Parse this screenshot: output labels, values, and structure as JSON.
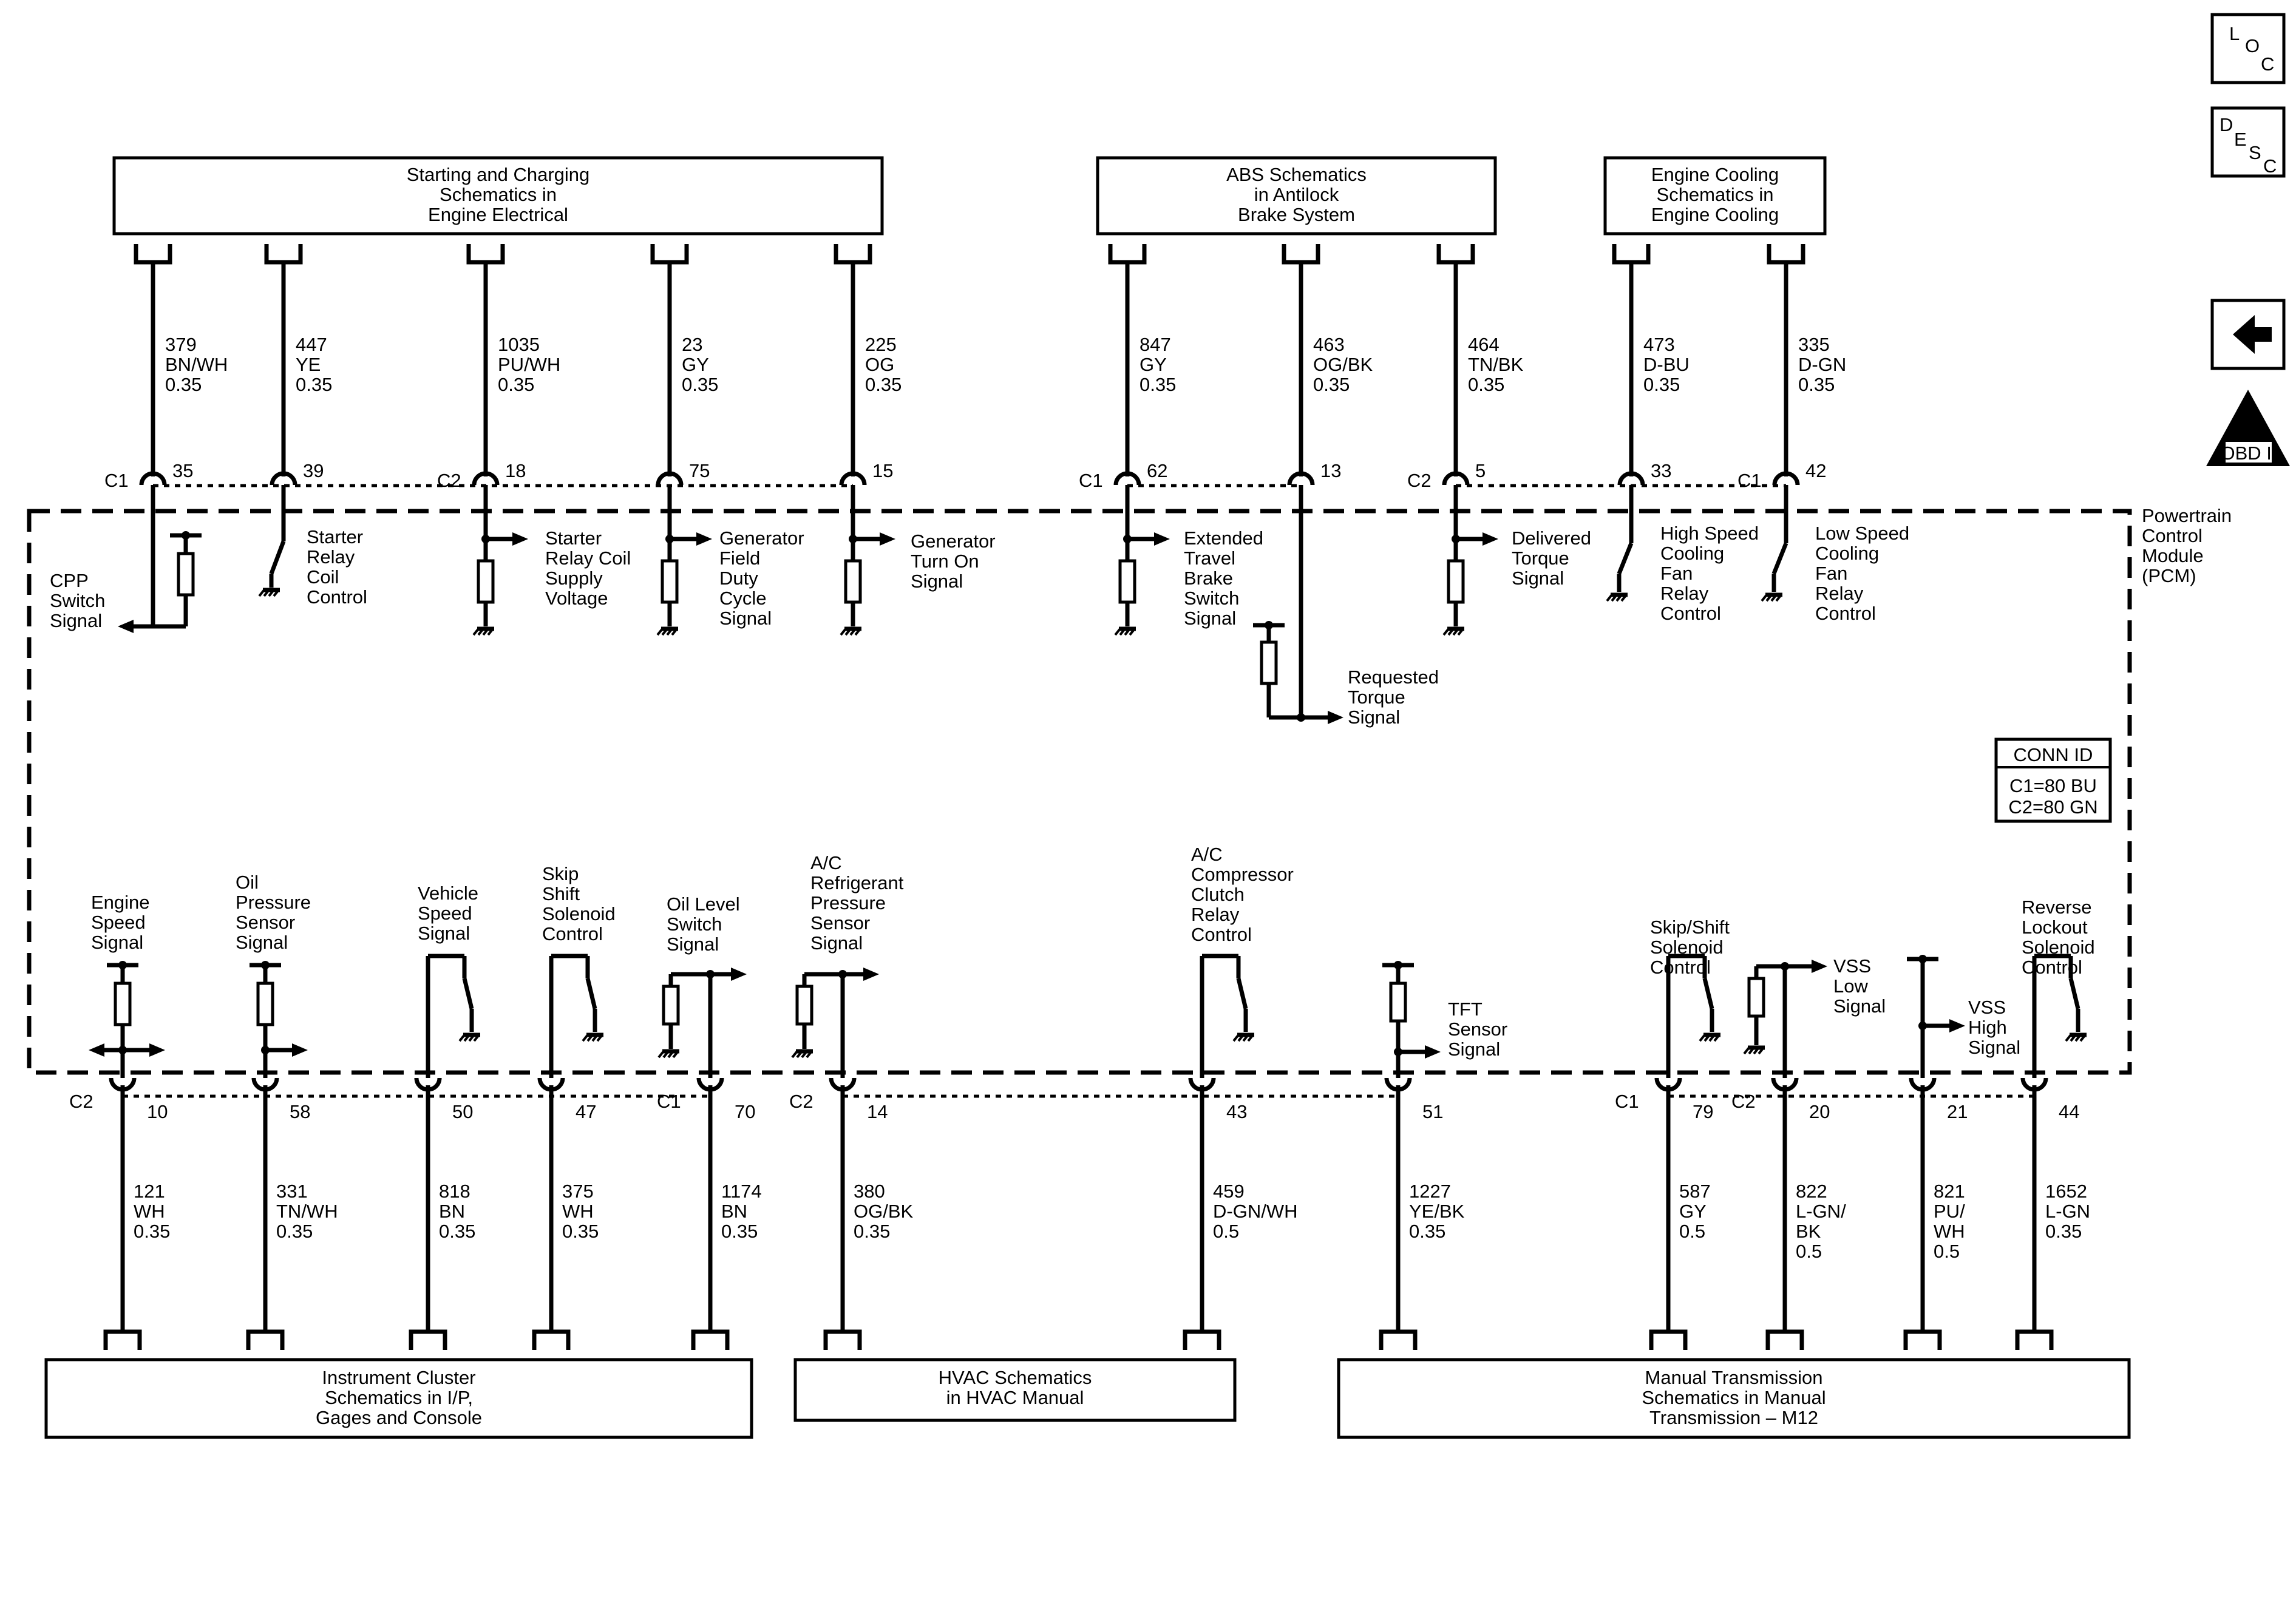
{
  "nav": {
    "loc": {
      "l": "L",
      "o": "O",
      "c": "C"
    },
    "desc": {
      "d": "D",
      "e": "E",
      "s": "S",
      "c": "C"
    },
    "obd": {
      "roman": "II",
      "label": "OBD II"
    }
  },
  "module": {
    "lines": [
      "Powertrain",
      "Control",
      "Module",
      "(PCM)"
    ]
  },
  "conn_id": {
    "title": "CONN ID",
    "c1": "C1=80 BU",
    "c2": "C2=80 GN"
  },
  "top_boxes": [
    {
      "lines": [
        "Starting and Charging",
        "Schematics in",
        "Engine Electrical"
      ]
    },
    {
      "lines": [
        "ABS Schematics",
        "in Antilock",
        "Brake System"
      ]
    },
    {
      "lines": [
        "Engine Cooling",
        "Schematics in",
        "Engine Cooling"
      ]
    }
  ],
  "bottom_boxes": [
    {
      "lines": [
        "Instrument Cluster",
        "Schematics in I/P,",
        "Gages and Console"
      ]
    },
    {
      "lines": [
        "HVAC Schematics",
        "in HVAC Manual"
      ]
    },
    {
      "lines": [
        "Manual Transmission",
        "Schematics in Manual",
        "Transmission – M12"
      ]
    }
  ],
  "top_wires": [
    {
      "conn": "C1",
      "pin": "35",
      "circuit": "379",
      "color": "BN/WH",
      "gauge": "0.35",
      "signal": [
        "CPP",
        "Switch",
        "Signal"
      ]
    },
    {
      "conn": "",
      "pin": "39",
      "circuit": "447",
      "color": "YE",
      "gauge": "0.35",
      "signal": [
        "Starter",
        "Relay",
        "Coil",
        "Control"
      ]
    },
    {
      "conn": "C2",
      "pin": "18",
      "circuit": "1035",
      "color": "PU/WH",
      "gauge": "0.35",
      "signal": [
        "Starter",
        "Relay Coil",
        "Supply",
        "Voltage"
      ]
    },
    {
      "conn": "",
      "pin": "75",
      "circuit": "23",
      "color": "GY",
      "gauge": "0.35",
      "signal": [
        "Generator",
        "Field",
        "Duty",
        "Cycle",
        "Signal"
      ]
    },
    {
      "conn": "",
      "pin": "15",
      "circuit": "225",
      "color": "OG",
      "gauge": "0.35",
      "signal": [
        "Generator",
        "Turn On",
        "Signal"
      ]
    },
    {
      "conn": "C1",
      "pin": "62",
      "circuit": "847",
      "color": "GY",
      "gauge": "0.35",
      "signal": [
        "Extended",
        "Travel",
        "Brake",
        "Switch",
        "Signal"
      ]
    },
    {
      "conn": "",
      "pin": "13",
      "circuit": "463",
      "color": "OG/BK",
      "gauge": "0.35",
      "signal": [
        "Requested",
        "Torque",
        "Signal"
      ]
    },
    {
      "conn": "C2",
      "pin": "5",
      "circuit": "464",
      "color": "TN/BK",
      "gauge": "0.35",
      "signal": [
        "Delivered",
        "Torque",
        "Signal"
      ]
    },
    {
      "conn": "",
      "pin": "33",
      "circuit": "473",
      "color": "D-BU",
      "gauge": "0.35",
      "signal": [
        "High Speed",
        "Cooling",
        "Fan",
        "Relay",
        "Control"
      ]
    },
    {
      "conn": "C1",
      "pin": "42",
      "circuit": "335",
      "color": "D-GN",
      "gauge": "0.35",
      "signal": [
        "Low Speed",
        "Cooling",
        "Fan",
        "Relay",
        "Control"
      ]
    }
  ],
  "bottom_wires": [
    {
      "conn": "C2",
      "pin": "10",
      "circuit": "121",
      "color": "WH",
      "gauge": "0.35",
      "signal": [
        "Engine",
        "Speed",
        "Signal"
      ]
    },
    {
      "conn": "",
      "pin": "58",
      "circuit": "331",
      "color": "TN/WH",
      "gauge": "0.35",
      "signal": [
        "Oil",
        "Pressure",
        "Sensor",
        "Signal"
      ]
    },
    {
      "conn": "",
      "pin": "50",
      "circuit": "818",
      "color": "BN",
      "gauge": "0.35",
      "signal": [
        "Vehicle",
        "Speed",
        "Signal"
      ]
    },
    {
      "conn": "",
      "pin": "47",
      "circuit": "375",
      "color": "WH",
      "gauge": "0.35",
      "signal": [
        "Skip",
        "Shift",
        "Solenoid",
        "Control"
      ]
    },
    {
      "conn": "C1",
      "pin": "70",
      "circuit": "1174",
      "color": "BN",
      "gauge": "0.35",
      "signal": [
        "Oil Level",
        "Switch",
        "Signal"
      ]
    },
    {
      "conn": "C2",
      "pin": "14",
      "circuit": "380",
      "color": "OG/BK",
      "gauge": "0.35",
      "signal": [
        "A/C",
        "Refrigerant",
        "Pressure",
        "Sensor",
        "Signal"
      ]
    },
    {
      "conn": "",
      "pin": "43",
      "circuit": "459",
      "color": "D-GN/WH",
      "gauge": "0.5",
      "signal": [
        "A/C",
        "Compressor",
        "Clutch",
        "Relay",
        "Control"
      ]
    },
    {
      "conn": "",
      "pin": "51",
      "circuit": "1227",
      "color": "YE/BK",
      "gauge": "0.35",
      "signal": [
        "TFT",
        "Sensor",
        "Signal"
      ]
    },
    {
      "conn": "C1",
      "pin": "79",
      "circuit": "587",
      "color": "GY",
      "gauge": "0.5",
      "signal": [
        "Skip/Shift",
        "Solenoid",
        "Control"
      ]
    },
    {
      "conn": "C2",
      "pin": "20",
      "circuit": "822",
      "color": "L-GN/\nBK",
      "gauge": "0.5",
      "signal": [
        "VSS",
        "Low",
        "Signal"
      ]
    },
    {
      "conn": "",
      "pin": "21",
      "circuit": "821",
      "color": "PU/\nWH",
      "gauge": "0.5",
      "signal": [
        "VSS",
        "High",
        "Signal"
      ]
    },
    {
      "conn": "",
      "pin": "44",
      "circuit": "1652",
      "color": "L-GN",
      "gauge": "0.35",
      "signal": [
        "Reverse",
        "Lockout",
        "Solenoid",
        "Control"
      ]
    }
  ]
}
